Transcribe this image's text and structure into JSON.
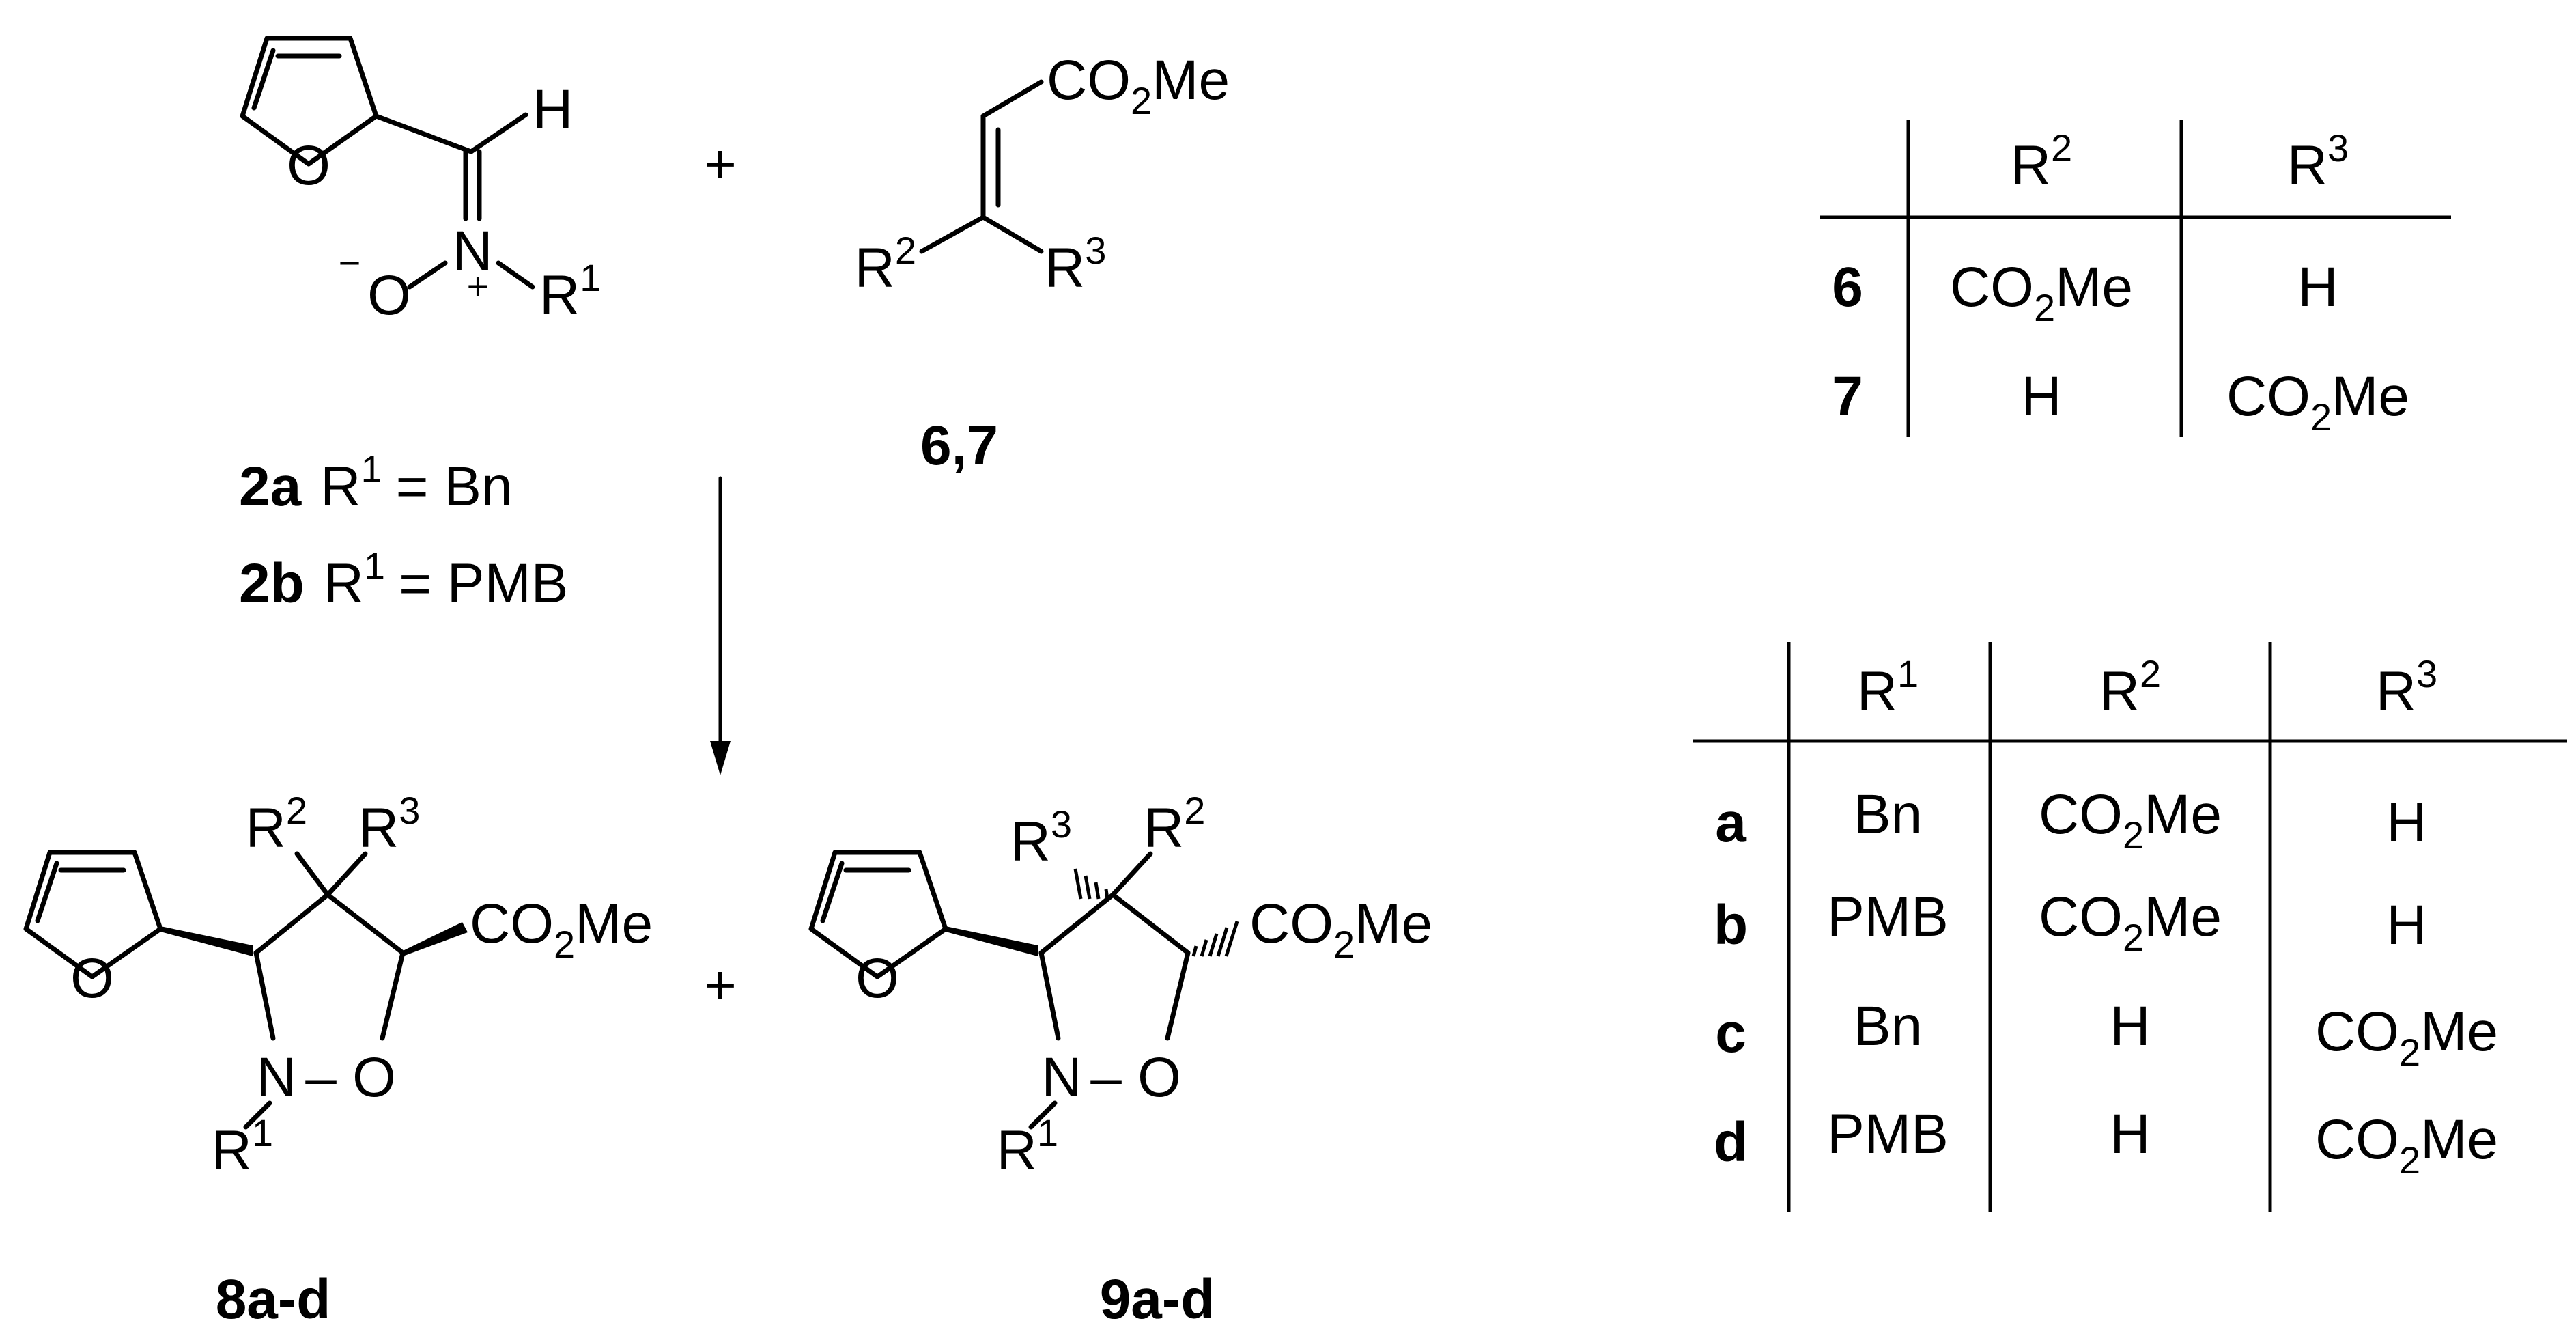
{
  "reactants": {
    "nitrone": {
      "labels": [
        {
          "compound": "2a",
          "r_group": "R",
          "r_index": "1",
          "value": "= Bn"
        },
        {
          "compound": "2b",
          "r_group": "R",
          "r_index": "1",
          "value": "= PMB"
        }
      ],
      "atoms": {
        "H": "H",
        "N": "N",
        "O": "O",
        "minus": "−",
        "plus": "+",
        "R": "R",
        "R_index": "1"
      }
    },
    "plus_sign": "+",
    "alkene": {
      "compound_label": "6,7",
      "ester_main": "CO",
      "ester_sub": "2",
      "ester_tail": "Me",
      "R2": "R",
      "R2_index": "2",
      "R3": "R",
      "R3_index": "3"
    }
  },
  "products": {
    "left": {
      "label": "8a-d",
      "R2": "R",
      "R2_index": "2",
      "R3": "R",
      "R3_index": "3",
      "ester_main": "CO",
      "ester_sub": "2",
      "ester_tail": "Me",
      "N": "N",
      "O_ring": "O",
      "dash": "–",
      "R1": "R",
      "R1_index": "1"
    },
    "plus_sign": "+",
    "right": {
      "label": "9a-d",
      "R3": "R",
      "R3_index": "3",
      "R2": "R",
      "R2_index": "2",
      "ester_main": "CO",
      "ester_sub": "2",
      "ester_tail": "Me",
      "N": "N",
      "O_ring": "O",
      "dash": "–",
      "R1": "R",
      "R1_index": "1"
    }
  },
  "furan_O": "O",
  "table_alkenes": {
    "headers": [
      {
        "main": "R",
        "sup": "2"
      },
      {
        "main": "R",
        "sup": "3"
      }
    ],
    "rows": [
      {
        "id": "6",
        "r2": {
          "main": "CO",
          "sub": "2",
          "tail": "Me"
        },
        "r3": {
          "main": "H",
          "sub": "",
          "tail": ""
        }
      },
      {
        "id": "7",
        "r2": {
          "main": "H",
          "sub": "",
          "tail": ""
        },
        "r3": {
          "main": "CO",
          "sub": "2",
          "tail": "Me"
        }
      }
    ]
  },
  "table_products": {
    "headers": [
      {
        "main": "R",
        "sup": "1"
      },
      {
        "main": "R",
        "sup": "2"
      },
      {
        "main": "R",
        "sup": "3"
      }
    ],
    "rows": [
      {
        "id": "a",
        "r1": "Bn",
        "r2": {
          "main": "CO",
          "sub": "2",
          "tail": "Me"
        },
        "r3": {
          "main": "H",
          "sub": "",
          "tail": ""
        }
      },
      {
        "id": "b",
        "r1": "PMB",
        "r2": {
          "main": "CO",
          "sub": "2",
          "tail": "Me"
        },
        "r3": {
          "main": "H",
          "sub": "",
          "tail": ""
        }
      },
      {
        "id": "c",
        "r1": "Bn",
        "r2": {
          "main": "H",
          "sub": "",
          "tail": ""
        },
        "r3": {
          "main": "CO",
          "sub": "2",
          "tail": "Me"
        }
      },
      {
        "id": "d",
        "r1": "PMB",
        "r2": {
          "main": "H",
          "sub": "",
          "tail": ""
        },
        "r3": {
          "main": "CO",
          "sub": "2",
          "tail": "Me"
        }
      }
    ]
  }
}
